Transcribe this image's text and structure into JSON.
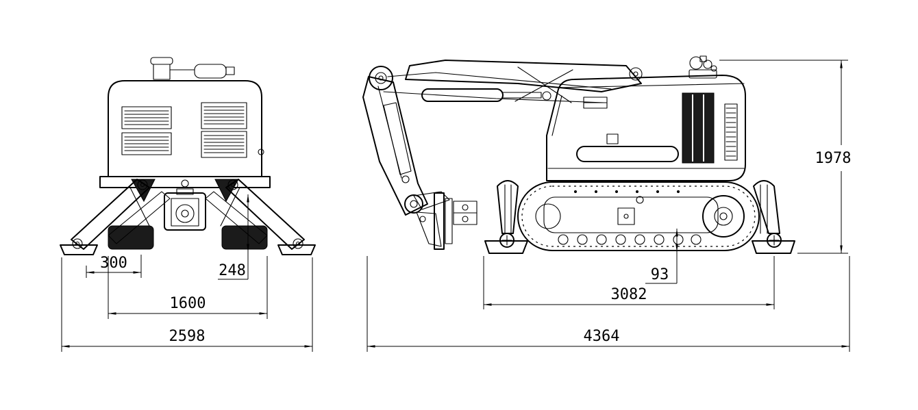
{
  "page": {
    "background": "#ffffff",
    "line_color": "#000000"
  },
  "front_view": {
    "dimensions": {
      "outrigger_spacing": "300",
      "track_height": "248",
      "track_width": "1600",
      "overall_width": "2598"
    }
  },
  "side_view": {
    "dimensions": {
      "overall_height": "1978",
      "ground_clearance": "93",
      "support_span": "3082",
      "overall_length": "4364"
    }
  }
}
